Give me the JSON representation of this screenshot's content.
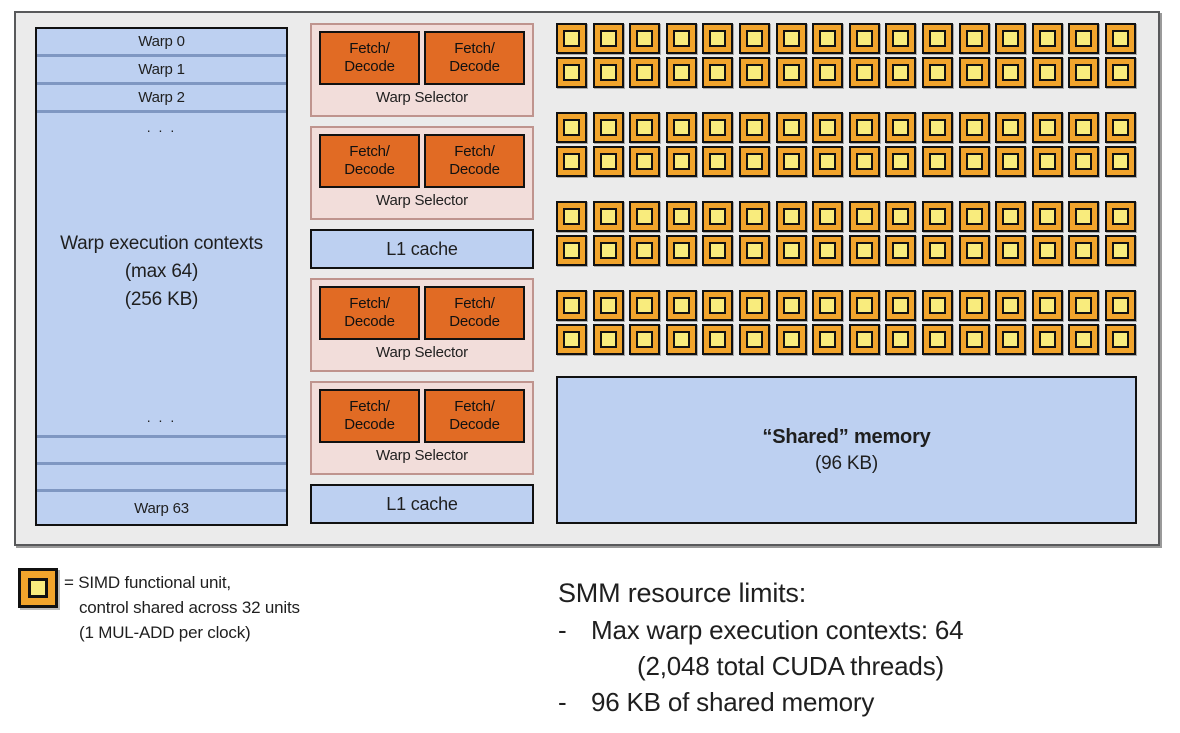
{
  "colors": {
    "container_bg": "#ebebeb",
    "container_border": "#58595b",
    "blue_fill": "#bdd0f1",
    "blue_separator": "#7f97c2",
    "pink_fill": "#f2ddda",
    "pink_border": "#bf948e",
    "fetch_orange": "#e16b24",
    "simd_orange": "#f1a42c",
    "simd_yellow": "#f9ec7d"
  },
  "diagram": {
    "warp_box": {
      "rows_top": [
        "Warp 0",
        "Warp 1",
        "Warp 2"
      ],
      "dots": ". . .",
      "center": [
        "Warp execution contexts",
        "(max 64)",
        "(256 KB)"
      ],
      "row_bottom": "Warp 63"
    },
    "pipeline": {
      "fetch_line1": "Fetch/",
      "fetch_line2": "Decode",
      "selector_label": "Warp Selector",
      "l1_label": "L1 cache",
      "column_order": [
        "selector",
        "selector",
        "l1",
        "selector",
        "selector",
        "l1"
      ]
    },
    "simd_grid": {
      "groups": 4,
      "rows_per_group": 2,
      "cols": 16
    },
    "shared_memory": {
      "title": "“Shared” memory",
      "subtitle": "(96 KB)"
    }
  },
  "legend": {
    "line1": "= SIMD functional unit,",
    "line2": "control shared across 32 units",
    "line3": "(1 MUL-ADD per clock)"
  },
  "notes": {
    "title": "SMM resource limits:",
    "bullets": [
      {
        "dash": "-",
        "text": "Max warp execution contexts: 64",
        "sub": "(2,048 total CUDA threads)"
      },
      {
        "dash": "-",
        "text": "96 KB of shared memory",
        "sub": ""
      }
    ]
  }
}
